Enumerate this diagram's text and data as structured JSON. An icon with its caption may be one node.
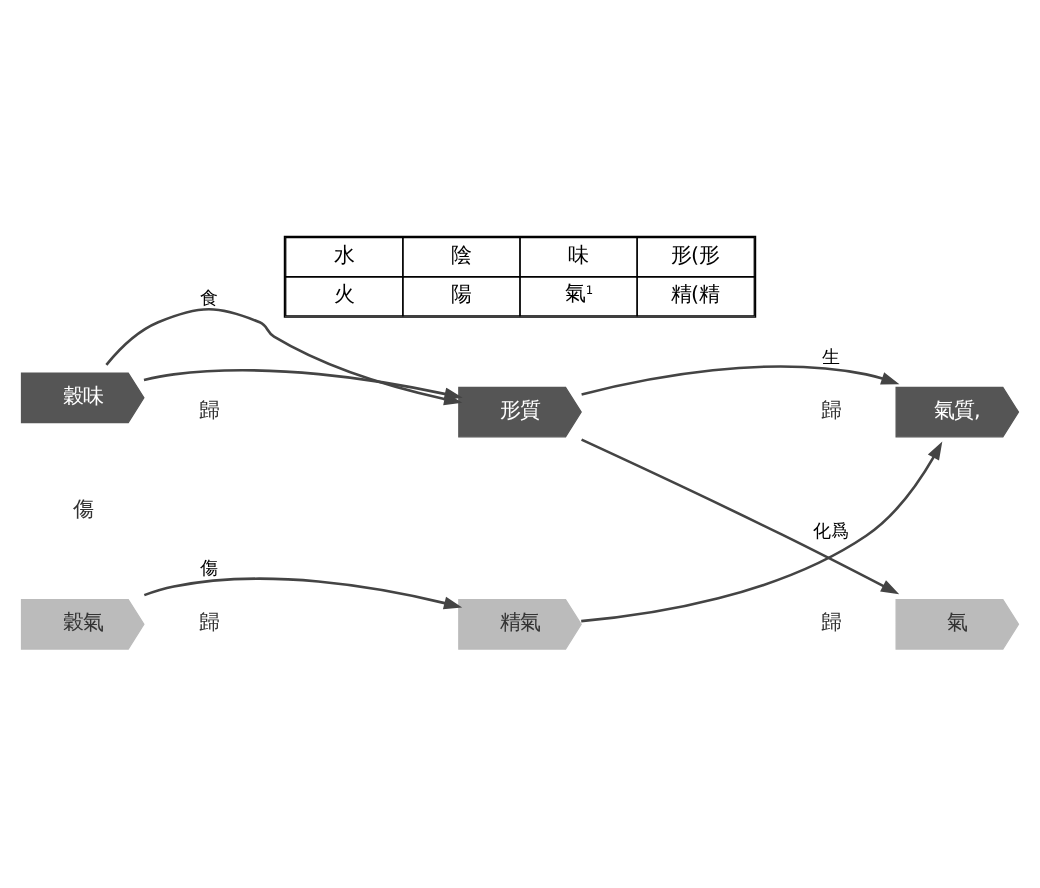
{
  "diagram": {
    "nodes": [
      {
        "text": [
          "穀味"
        ]
      },
      {
        "text": [
          "形質"
        ]
      },
      {
        "text": [
          "氣質,"
        ]
      },
      {
        "text": [
          "穀氣"
        ]
      },
      {
        "text": [
          "精氣"
        ]
      },
      {
        "text": [
          "氣"
        ]
      }
    ],
    "edges": [
      {
        "from": 0,
        "to": 1,
        "arrow": "to",
        "label": "食"
      },
      {
        "from": 0,
        "to": 1,
        "arrow": "to"
      },
      {
        "from": 1,
        "to": 2,
        "arrow": "to",
        "label": "生"
      },
      {
        "from": 3,
        "to": 4,
        "arrow": "to",
        "label": "傷"
      },
      {
        "from": 1,
        "to": 5,
        "arrow": "to",
        "label": "化爲"
      },
      {
        "from": 4,
        "to": 2,
        "arrow": "to"
      }
    ],
    "labels": [
      "水",
      "陰",
      "味",
      "形(形",
      "火",
      "陽",
      "氣$^{1}$",
      "精(精",
      "歸",
      "歸",
      "傷",
      "歸",
      "歸"
    ]
  }
}
